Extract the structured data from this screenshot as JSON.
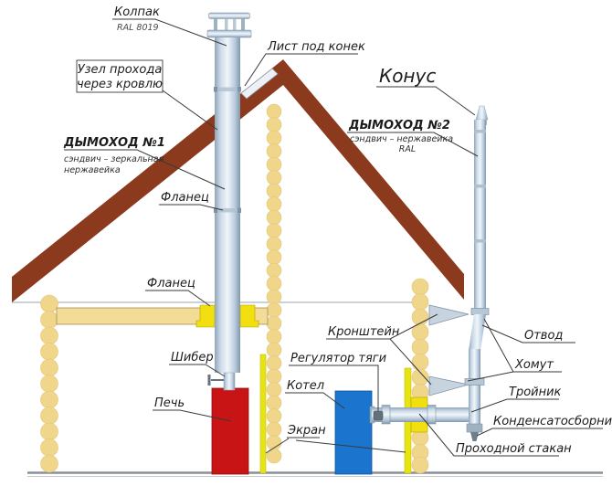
{
  "labels": {
    "kolpak": "Колпак",
    "kolpak_sub": "RAL 8019",
    "list_pod_konek": "Лист под конек",
    "uzel_line1": "Узел прохода",
    "uzel_line2": "через кровлю",
    "dymohod1": "ДЫМОХОД №1",
    "dymohod1_sub1": "сэндвич – зеркальная",
    "dymohod1_sub2": "нержавейка",
    "flanec_upper": "Фланец",
    "flanec_lower": "Фланец",
    "konus": "Конус",
    "dymohod2": "ДЫМОХОД №2",
    "dymohod2_sub1": "сэндвич – нержавейка",
    "dymohod2_sub2": "RAL",
    "shiber": "Шибер",
    "pech": "Печь",
    "kronshtein": "Кронштейн",
    "regulyator_tyagi": "Регулятор тяги",
    "kotel": "Котел",
    "ekran": "Экран",
    "otvod": "Отвод",
    "homut": "Хомут",
    "troinik": "Тройник",
    "kondensatosbornik": "Конденсатосборник",
    "prohodnoy_stakan": "Проходной стакан"
  },
  "colors": {
    "roof": "#8c3a1d",
    "logs": "#f0d68a",
    "logs_edge": "#e2c474",
    "beam": "#f2dc96",
    "stove_red": "#c81414",
    "boiler_blue": "#1b74ce",
    "screen_yellow": "#e8e312",
    "flange_yellow": "#f2df10",
    "sheet_light": "#edf1f5",
    "ground": "#8a9096",
    "line": "#3a3a3a"
  }
}
